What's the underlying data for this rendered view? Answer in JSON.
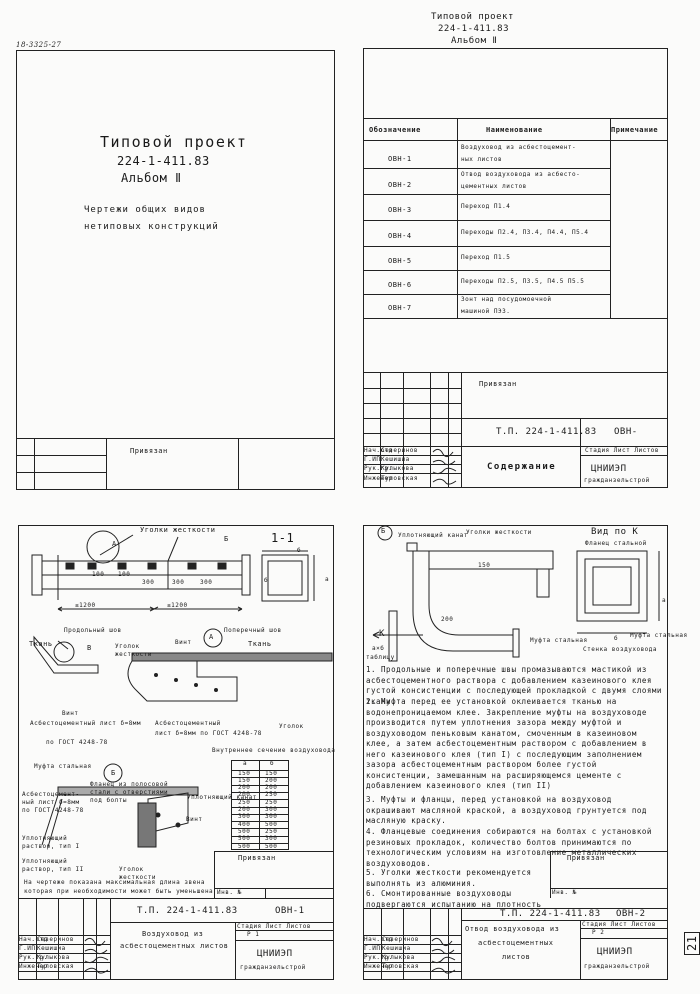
{
  "stamp_number": "18-3325-27",
  "page_number": "21",
  "cover": {
    "title": "Типовой проект",
    "code": "224-1-411.83",
    "album": "Альбом Ⅱ",
    "subtitle1": "Чертежи общих видов",
    "subtitle2": "нетиповых конструкций",
    "privyazan": "Привязан"
  },
  "contents": {
    "header": [
      "Типовой проект",
      "224-1-411.83",
      "Альбом Ⅱ"
    ],
    "columns": [
      "Обозначение",
      "Наименование",
      "Примечание"
    ],
    "rows": [
      {
        "code": "ОВН-1",
        "name1": "Воздуховод из асбестоцемент-",
        "name2": "ных листов"
      },
      {
        "code": "ОВН-2",
        "name1": "Отвод воздуховода из асбесто-",
        "name2": "цементных листов"
      },
      {
        "code": "ОВН-3",
        "name1": "Переход  П1.4",
        "name2": ""
      },
      {
        "code": "ОВН-4",
        "name1": "Переходы П2.4, П3.4, П4.4, П5.4",
        "name2": ""
      },
      {
        "code": "ОВН-5",
        "name1": "Переход  П1.5",
        "name2": ""
      },
      {
        "code": "ОВН-6",
        "name1": "Переходы  П2.5, П3.5, П4.5 П5.5",
        "name2": ""
      },
      {
        "code": "ОВН-7",
        "name1": "Зонт над посудомоечной",
        "name2": "машиной ПЭ3."
      }
    ],
    "privyazan": "Привязан",
    "tb_code": "Т.П. 224-1-411.83",
    "tb_sheet": "ОВН-",
    "tb_title": "Содержание",
    "tb_stage": "Стадия  Лист  Листов",
    "tb_org1": "ЦНИИЭП",
    "tb_org2": "гражданзельстрой",
    "sign_rows": [
      [
        "Нач.отд",
        "Северинов"
      ],
      [
        "Г.ИП",
        "Кешишиа"
      ],
      [
        "Рук.гр.",
        "Кулыкова"
      ],
      [
        "Инженер",
        "Туловская"
      ]
    ]
  },
  "sheet1": {
    "section_label": "1-1",
    "ugolki": "Уголки жесткости",
    "dims": [
      "100",
      "100",
      "300",
      "300",
      "300",
      "≤1200",
      "≤1200",
      "б",
      "б",
      "а"
    ],
    "circle_a": "А",
    "circle_b": "Б",
    "circle_v": "В",
    "prodolny": "Продольный шов",
    "poperechny": "Поперечный шов",
    "tkan": "Ткань",
    "ugolok_zh": "Уголок жесткости",
    "vint": "Винт",
    "asb1": "Асбестоцементный лист δ=8мм",
    "asb1b": "по ГОСТ 4248-78",
    "asb2": "Асбестоцементный",
    "asb2b": "лист δ=8мм по ГОСТ 4248-78",
    "ugolok": "Уголок",
    "inner_title": "Внутреннее сечение воздуховода",
    "table_head": [
      "а",
      "б"
    ],
    "table_rows": [
      [
        "150",
        "150"
      ],
      [
        "150",
        "200"
      ],
      [
        "200",
        "200"
      ],
      [
        "200",
        "250"
      ],
      [
        "250",
        "250"
      ],
      [
        "200",
        "300"
      ],
      [
        "300",
        "300"
      ],
      [
        "400",
        "500"
      ],
      [
        "500",
        "250"
      ],
      [
        "500",
        "300"
      ],
      [
        "500",
        "500"
      ]
    ],
    "mufta": "Муфта стальная",
    "flanets": "Фланец из полосовой стали с отверстиями под болты",
    "asb3": "Асбестоцемент-ный лист δ=8мм по ГОСТ 4248-78",
    "uplot_kanat": "Уплотняющий канат",
    "uplot_rastvor1": "Уплотняющий раствор, тип I",
    "uplot_rastvor2": "Уплотняющий раствор, тип II",
    "note1": "На чертеже показана максимальная длина звена",
    "note2": "которая при необходимости может быть уменьшена",
    "privyazan": "Привязан",
    "inv": "Инв. №",
    "tb_code": "Т.П. 224-1-411.83",
    "tb_sheet": "ОВН-1",
    "tb_title1": "Воздуховод из",
    "tb_title2": "асбестоцементных листов",
    "tb_stage": "Стадия Лист Листов",
    "tb_stage_v": "Р  1",
    "tb_org1": "ЦНИИЭП",
    "tb_org2": "гражданзельстрой",
    "sign_rows": [
      [
        "Нач.отд",
        "Северинов"
      ],
      [
        "Г.ИП",
        "Кешишиа"
      ],
      [
        "Рук.гр.",
        "Кулыкова"
      ],
      [
        "Инженер",
        "Туловская"
      ]
    ]
  },
  "sheet2": {
    "vid": "Вид по К",
    "flanets": "Фланец стальной",
    "circle_b": "Б",
    "uplot_kanat": "Уплотняющий канат",
    "ugolki": "Уголки жесткости",
    "dims": [
      "150",
      "200",
      "а",
      "б"
    ],
    "k": "К",
    "ab": "а×б",
    "tablitsu": "таблицу",
    "mufta": "Муфта стальная",
    "mufta2": "Муфта стальная",
    "stenka": "Стенка воздуховода",
    "notes": [
      "1. Продольные и поперечные швы промазываются мастикой из асбестоцементного раствора с добавлением казеинового клея густой консистенции с последующей прокладкой с двумя слоями ткани.",
      "2. Муфта перед ее установкой оклеивается тканью на водонепроницаемом клее. Закрепление муфты на воздуховоде производится путем уплотнения зазора между муфтой и воздуховодом пеньковым канатом, смоченным в казеиновом клее, а затем асбестоцементным раствором с добавлением в него казеинового клея (тип I) с последующим заполнением зазора асбестоцементным раствором более густой консистенции, замешанным на расширяющемся цементе с добавлением казеинового клея (тип II)",
      "3. Муфты и фланцы, перед установкой на воздуховод окрашивают масляной краской, а воздуховод грунтуется под масляную краску.",
      "4. Фланцевые соединения собираются на болтах с установкой резиновых прокладок, количество болтов принимаются по технологическим условиям на изготовление металлических воздуховодов.",
      "5. Уголки жесткости рекомендуется выполнять из алюминия.",
      "6. Смонтированные воздуховоды подвергаются испытанию на плотность"
    ],
    "privyazan": "Привязан",
    "inv": "Инв. №",
    "tb_code": "Т.П. 224-1-411.83",
    "tb_sheet": "ОВН-2",
    "tb_title1": "Отвод воздуховода из",
    "tb_title2": "асбестоцементных",
    "tb_title3": "листов",
    "tb_stage": "Стадия Лист Листов",
    "tb_stage_v": "Р  2",
    "tb_org1": "ЦНИИЭП",
    "tb_org2": "гражданзельстрой",
    "sign_rows": [
      [
        "Нач.отд",
        "Северинов"
      ],
      [
        "Г.ИП",
        "Кешишиа"
      ],
      [
        "Рук.гр.",
        "Кулыкова"
      ],
      [
        "Инженер",
        "Туловская"
      ]
    ]
  }
}
